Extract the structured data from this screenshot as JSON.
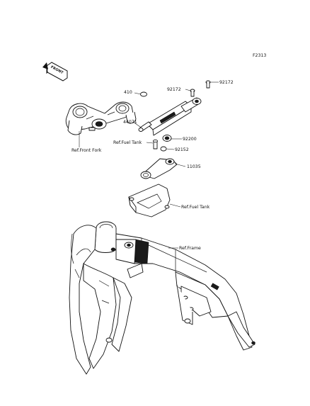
{
  "figure_code": "F2313",
  "front_marker_text": "FRONT",
  "labels": {
    "p92172_left": "92172",
    "p92172_right": "92172",
    "p410": "410",
    "p44071": "44071",
    "p92200": "92200",
    "ref_fuel_tank_upper": "Ref.Fuel Tank",
    "p92152": "92152",
    "p11035": "11035",
    "ref_front_fork": "Ref.Front Fork",
    "ref_fuel_tank_lower": "Ref.Fuel Tank",
    "ref_frame": "Ref.Frame"
  },
  "colors": {
    "line": "#111111",
    "background": "#ffffff",
    "fill": "#1a1a1a"
  }
}
